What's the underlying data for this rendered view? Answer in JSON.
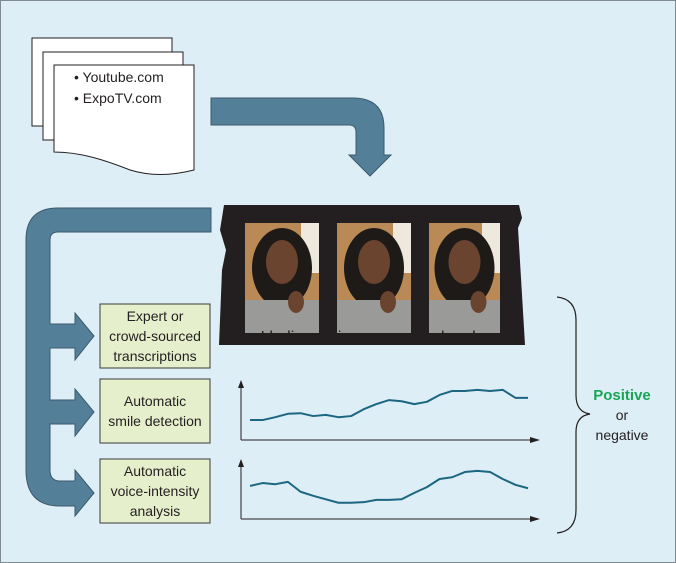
{
  "sources": {
    "items": [
      "• Youtube.com",
      "• ExpoTV.com"
    ]
  },
  "modalities": [
    {
      "lines": [
        "Expert or",
        "crowd-sourced",
        "transcriptions"
      ]
    },
    {
      "lines": [
        "Automatic",
        "smile detection"
      ]
    },
    {
      "lines": [
        "Automatic",
        "voice-intensity",
        "analysis"
      ]
    }
  ],
  "transcript": "… I believe this camera is a bomb …",
  "outcome": {
    "positive": "Positive",
    "or": "or",
    "negative": "negative"
  },
  "colors": {
    "background": "#ddeef6",
    "arrow": "#547f98",
    "box": "#e6efcc",
    "curve": "#1b6680",
    "positive": "#1aa556",
    "film": "#231f20"
  },
  "chart_data": [
    {
      "type": "line",
      "name": "smile-detection",
      "xlabel": "",
      "ylabel": "",
      "ylim": [
        0,
        1
      ],
      "values": [
        0.35,
        0.35,
        0.4,
        0.46,
        0.47,
        0.42,
        0.44,
        0.4,
        0.42,
        0.54,
        0.63,
        0.7,
        0.68,
        0.63,
        0.67,
        0.79,
        0.86,
        0.86,
        0.88,
        0.86,
        0.88,
        0.74,
        0.74
      ]
    },
    {
      "type": "line",
      "name": "voice-intensity",
      "xlabel": "",
      "ylabel": "",
      "ylim": [
        0,
        1
      ],
      "values": [
        0.57,
        0.62,
        0.6,
        0.64,
        0.47,
        0.4,
        0.34,
        0.28,
        0.28,
        0.29,
        0.33,
        0.33,
        0.34,
        0.45,
        0.55,
        0.69,
        0.72,
        0.81,
        0.83,
        0.81,
        0.69,
        0.59,
        0.53
      ]
    }
  ]
}
